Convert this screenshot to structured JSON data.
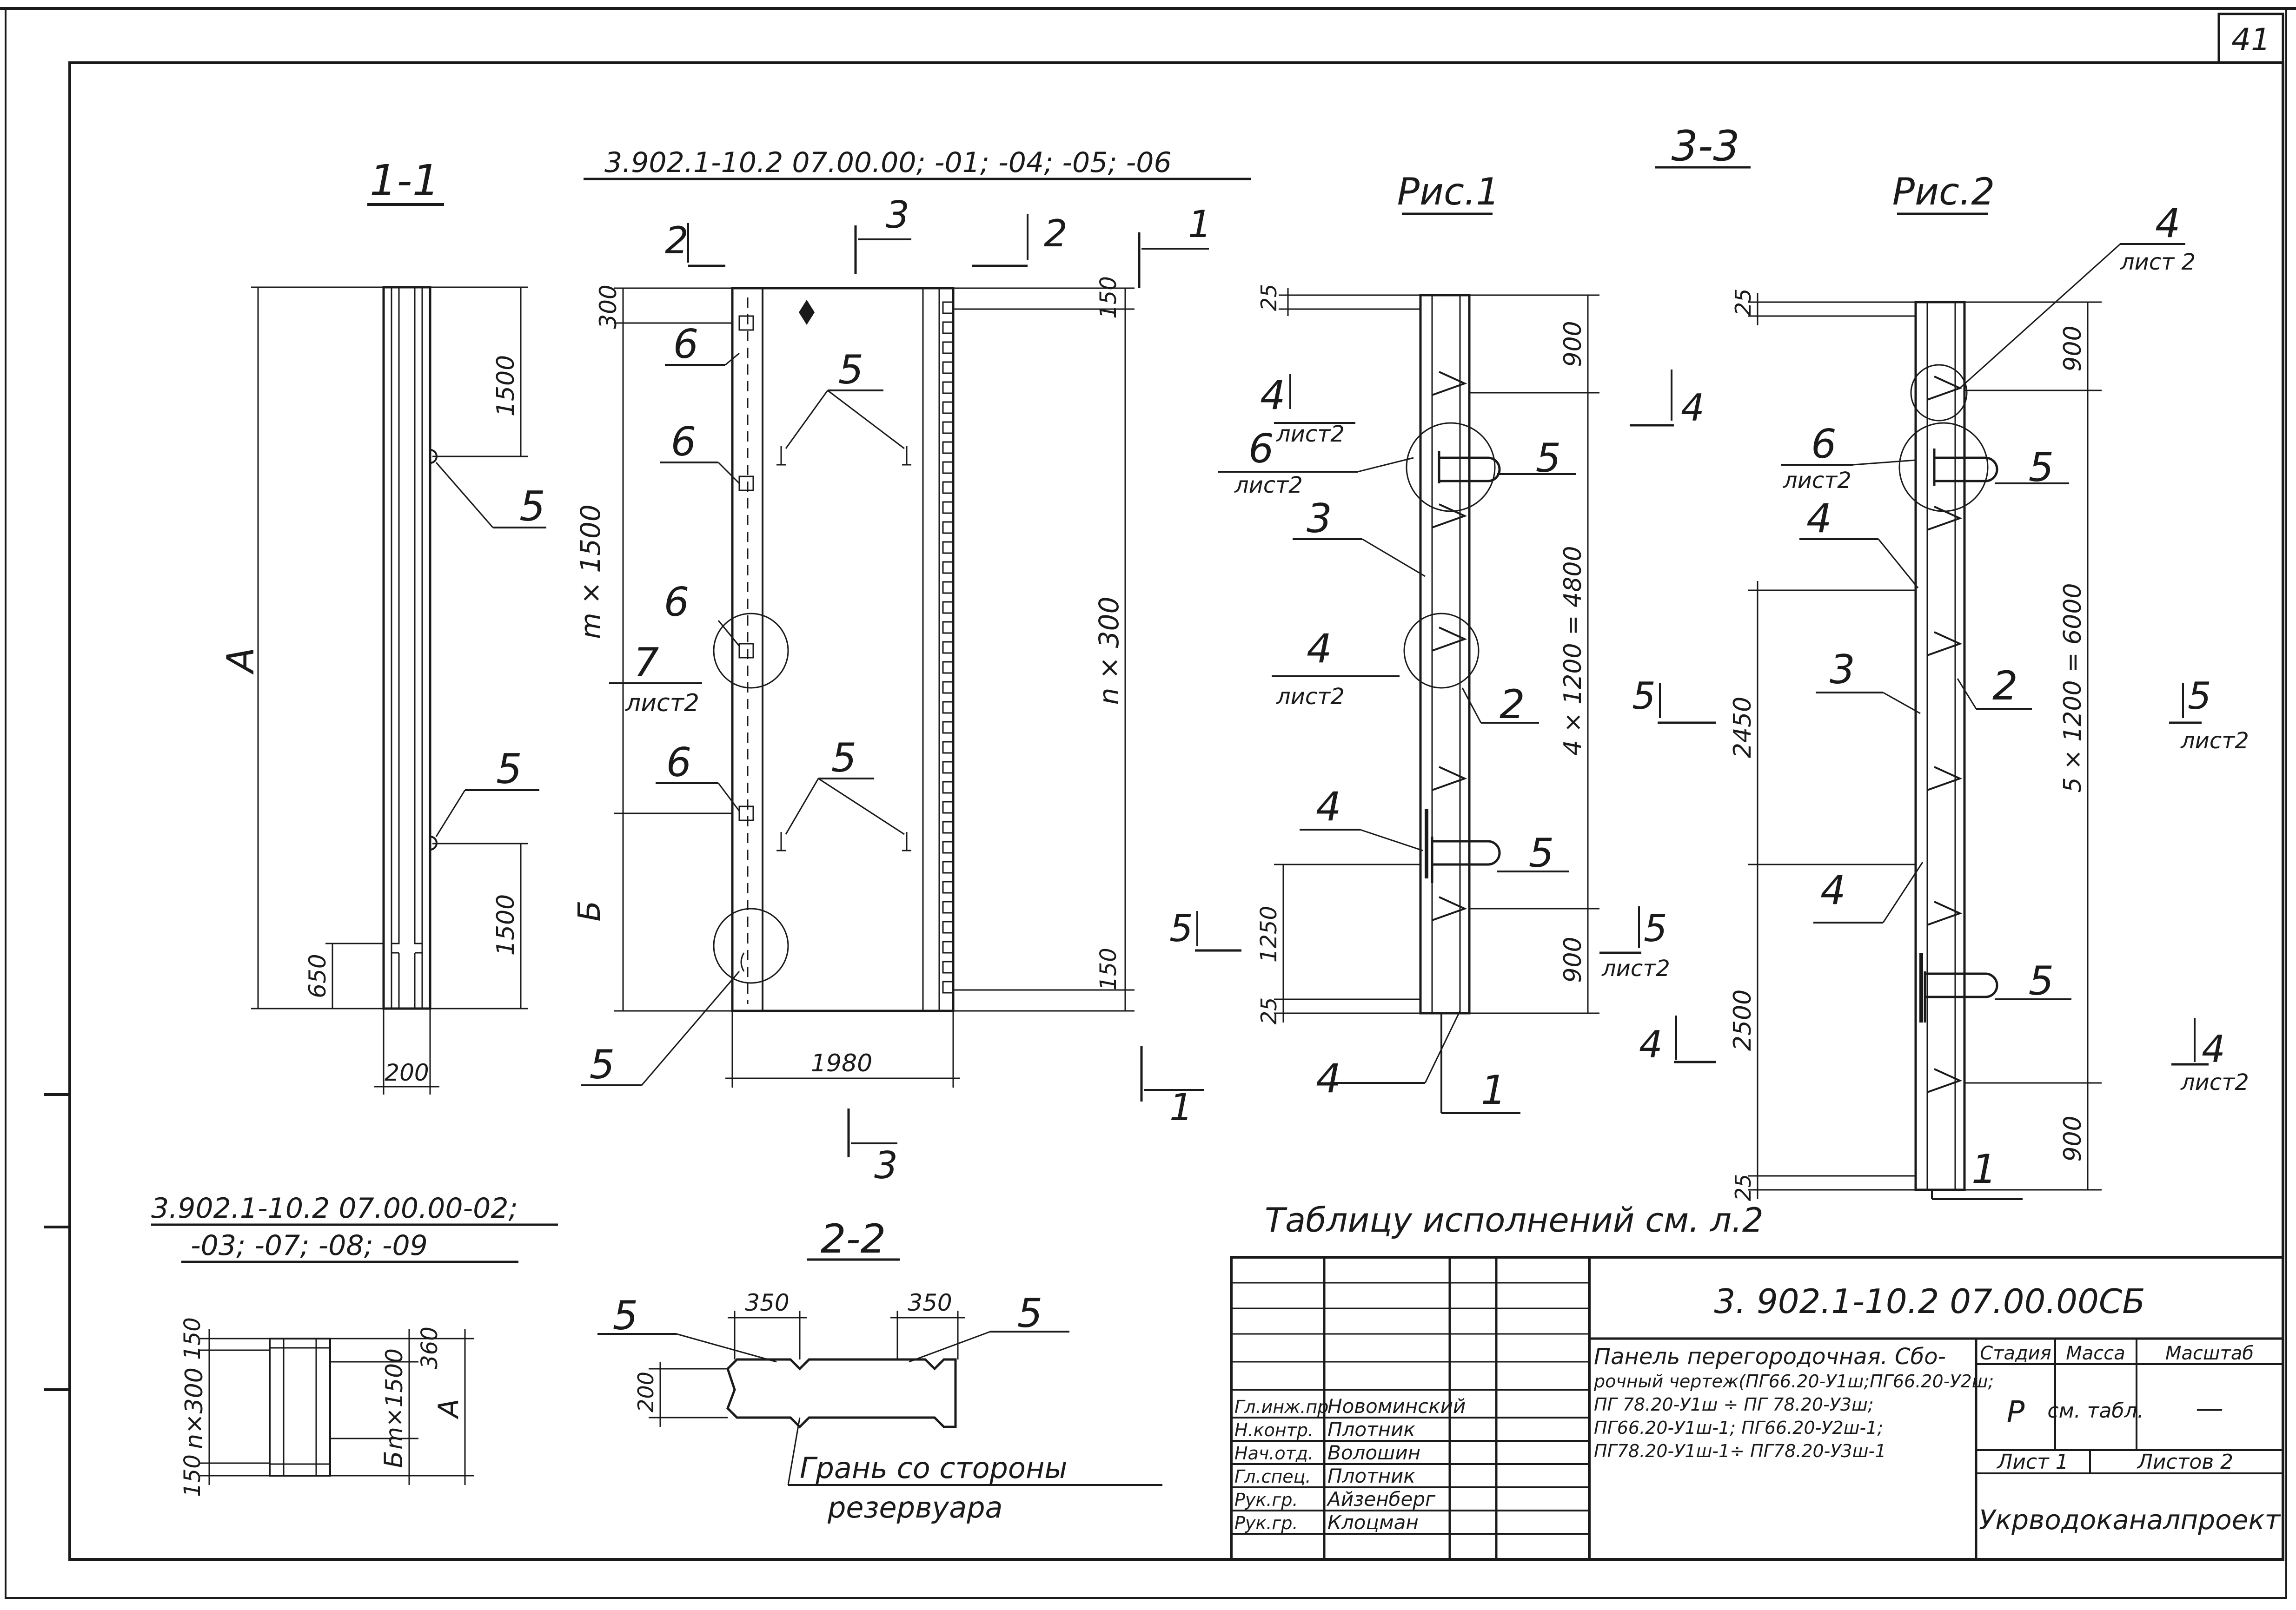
{
  "sheet_number": "41",
  "header_code": "3.902.1-10.2  07.00.00; -01; -04; -05; -06",
  "lower_code_line1": "3.902.1-10.2  07.00.00-02;",
  "lower_code_line2": "-03; -07; -08; -09",
  "section_1_1": "1-1",
  "section_2_2": "2-2",
  "section_3_3": "3-3",
  "fig1": "Рис.1",
  "fig2": "Рис.2",
  "dims": {
    "A": "А",
    "B": "Б",
    "d1500": "1500",
    "d650": "650",
    "d200": "200",
    "d300": "300",
    "d150": "150",
    "d1980": "1980",
    "m1500": "m × 1500",
    "n300": "n × 300",
    "d25": "25",
    "d900": "900",
    "d1250": "1250",
    "d2450": "2450",
    "d2500": "2500",
    "d4x1200": "4 × 1200 = 4800",
    "d5x1200": "5 × 1200 = 6000",
    "d350": "350",
    "d360": "360",
    "n300b": "n×300",
    "m1500b": "m×1500"
  },
  "callouts": {
    "c1": "1",
    "c2": "2",
    "c3": "3",
    "c4": "4",
    "c5": "5",
    "c6": "6",
    "c7": "7",
    "list2": "лист 2",
    "list2b": "лист2"
  },
  "note_face": "Грань со стороны",
  "note_face2": "резервуара",
  "table_ref": "Таблицу исполнений  см. л.2",
  "title_block": {
    "code": "3. 902.1-10.2   07.00.00СБ",
    "title_lines": [
      "Панель перегородочная. Сбо-",
      "рочный чертеж(ПГ66.20-У1ш;ПГ66.20-У2ш;",
      "ПГ 78.20-У1ш ÷ ПГ 78.20-У3ш;",
      "ПГ66.20-У1ш-1; ПГ66.20-У2ш-1;",
      "ПГ78.20-У1ш-1÷ ПГ78.20-У3ш-1"
    ],
    "stage_label": "Стадия",
    "mass_label": "Масса",
    "scale_label": "Масштаб",
    "stage_value": "Р",
    "mass_value": "см. табл.",
    "scale_value": "—",
    "sheet_label": "Лист 1",
    "sheets_label": "Листов 2",
    "org": "Укрводоканалпроект",
    "roles": [
      {
        "role": "Гл.инж.пр",
        "name": "Новоминский"
      },
      {
        "role": "Н.контр.",
        "name": "Плотник"
      },
      {
        "role": "Нач.отд.",
        "name": "Волошин"
      },
      {
        "role": "Гл.спец.",
        "name": "Плотник"
      },
      {
        "role": "Рук.гр.",
        "name": "Айзенберг"
      },
      {
        "role": "Рук.гр.",
        "name": "Клоцман"
      }
    ]
  }
}
